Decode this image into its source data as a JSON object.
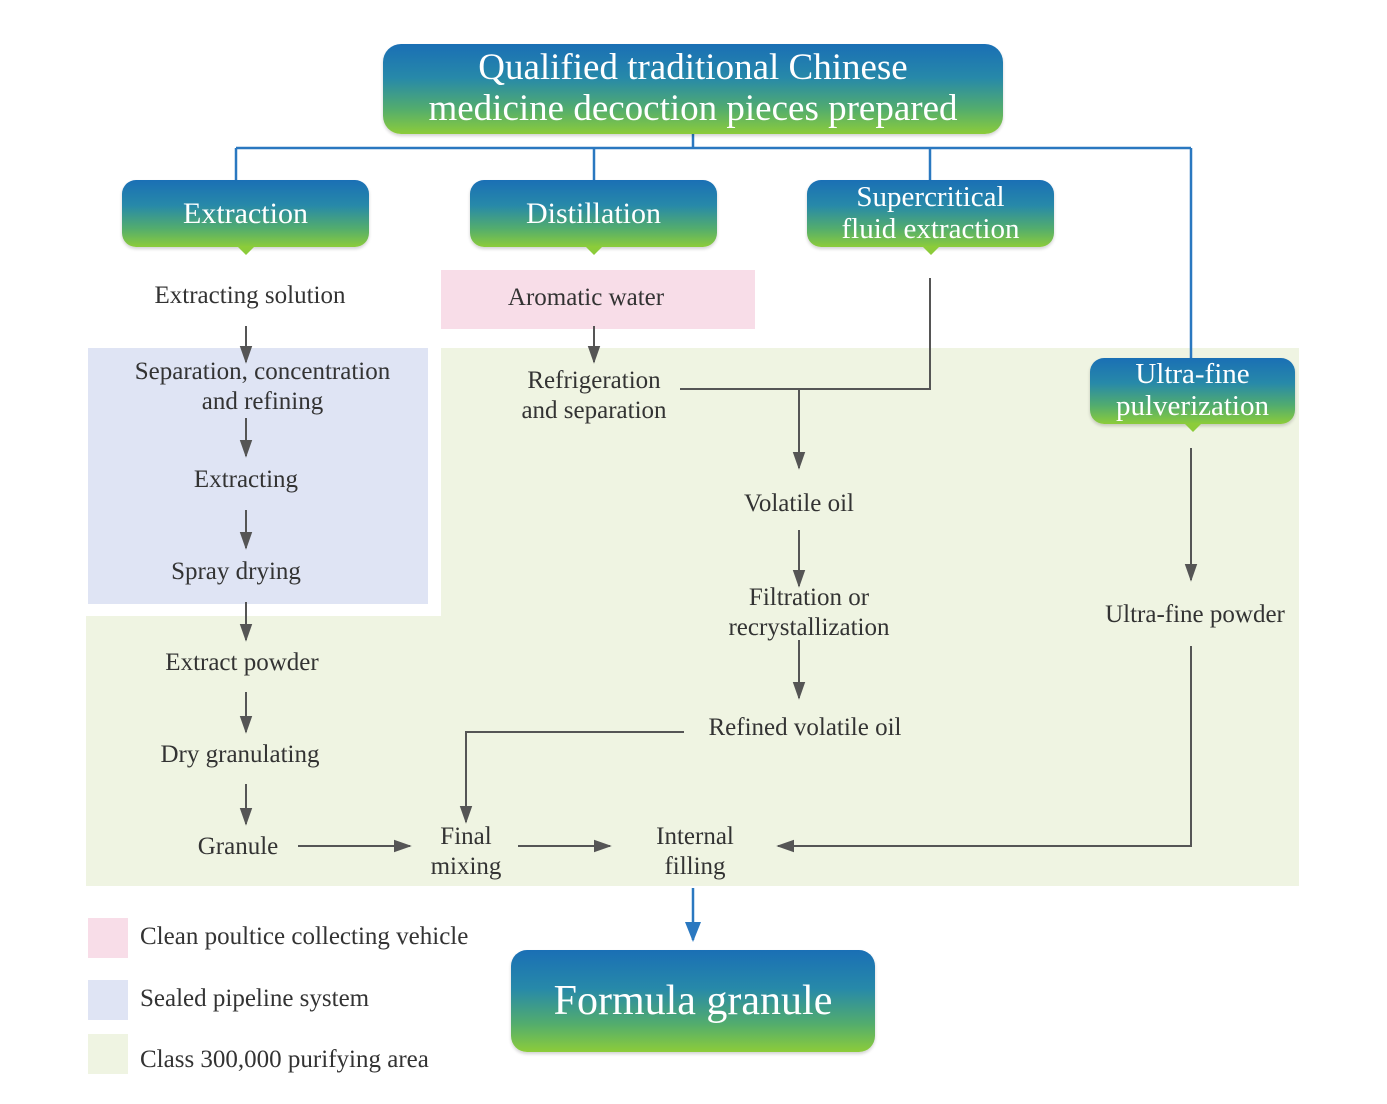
{
  "title": "Qualified traditional Chinese medicine decoction pieces prepared",
  "title_lines": [
    "Qualified traditional Chinese",
    "medicine decoction pieces prepared"
  ],
  "methods": {
    "extraction": "Extraction",
    "distillation": "Distillation",
    "supercritical": [
      "Supercritical",
      "fluid extraction"
    ],
    "ultrafine": [
      "Ultra-fine",
      "pulverization"
    ]
  },
  "steps": {
    "extracting_solution": "Extracting solution",
    "separation": [
      "Separation, concentration",
      "and refining"
    ],
    "extracting": "Extracting",
    "spray_drying": "Spray drying",
    "extract_powder": "Extract powder",
    "dry_granulating": "Dry granulating",
    "granule": "Granule",
    "aromatic_water": "Aromatic water",
    "refrigeration": [
      "Refrigeration",
      "and separation"
    ],
    "volatile_oil": "Volatile oil",
    "filtration": [
      "Filtration or",
      "recrystallization"
    ],
    "refined_volatile_oil": "Refined volatile oil",
    "final_mixing": [
      "Final",
      "mixing"
    ],
    "internal_filling": [
      "Internal",
      "filling"
    ],
    "ultrafine_powder": "Ultra-fine powder"
  },
  "result": "Formula granule",
  "legend": [
    {
      "label": "Clean poultice collecting vehicle",
      "color": "#f8dde8"
    },
    {
      "label": "Sealed pipeline system",
      "color": "#dfe4f4"
    },
    {
      "label": "Class 300,000 purifying area",
      "color": "#eff4e2"
    }
  ],
  "colors": {
    "header_top": "#1a6fb5",
    "header_bottom": "#8ccc3a",
    "connector": "#2a78c0",
    "arrow": "#555555"
  }
}
